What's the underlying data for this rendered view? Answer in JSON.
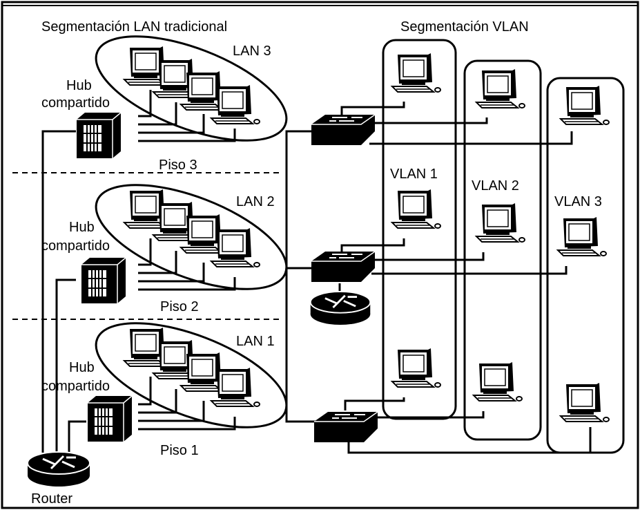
{
  "left_section": {
    "title": "Segmentación LAN tradicional",
    "floors": [
      {
        "lan_label": "LAN 3",
        "hub_line1": "Hub",
        "hub_line2": "compartido",
        "floor_label": "Piso 3"
      },
      {
        "lan_label": "LAN 2",
        "hub_line1": "Hub",
        "hub_line2": "compartido",
        "floor_label": "Piso 2"
      },
      {
        "lan_label": "LAN 1",
        "hub_line1": "Hub",
        "hub_line2": "compartido",
        "floor_label": "Piso 1"
      }
    ],
    "router_label": "Router"
  },
  "right_section": {
    "title": "Segmentación VLAN",
    "vlans": [
      {
        "label": "VLAN 1"
      },
      {
        "label": "VLAN 2"
      },
      {
        "label": "VLAN 3"
      }
    ]
  }
}
